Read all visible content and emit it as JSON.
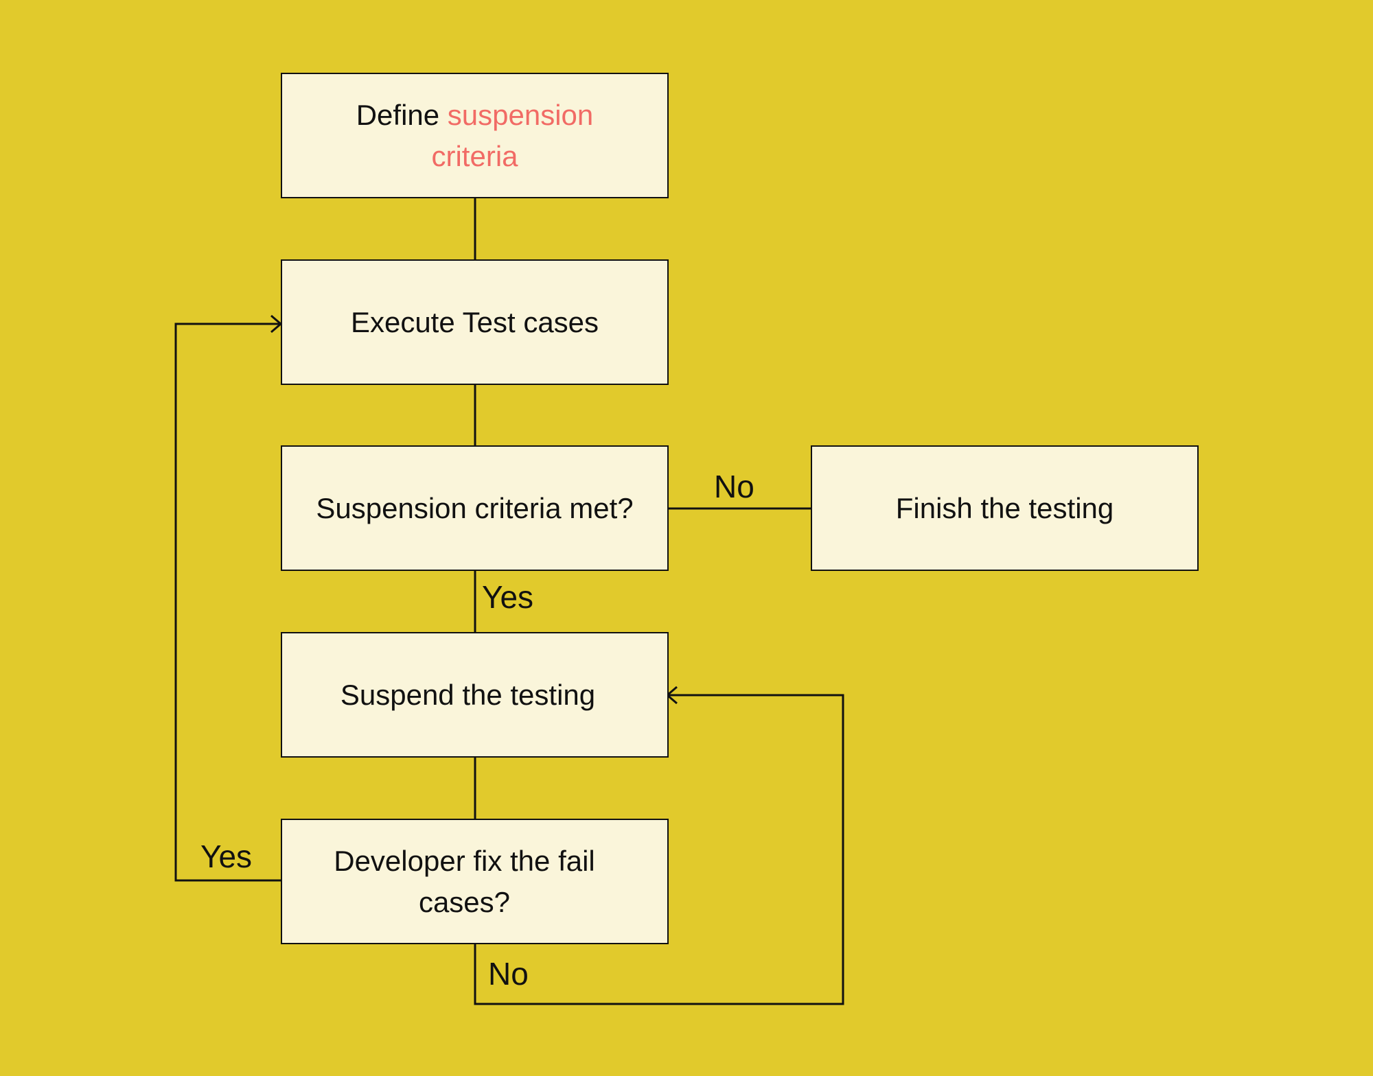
{
  "nodes": {
    "define": {
      "prefix": "Define",
      "highlight": "suspension criteria"
    },
    "execute": "Execute Test cases",
    "criteria_met": "Suspension criteria met?",
    "finish": "Finish the testing",
    "suspend": "Suspend the testing",
    "developer_fix": "Developer fix the fail cases?"
  },
  "edge_labels": {
    "criteria_no": "No",
    "criteria_yes": "Yes",
    "fix_yes": "Yes",
    "fix_no": "No"
  },
  "colors": {
    "background": "#E1CA2C",
    "box": "#FAF5DA",
    "highlight": "#F16B65",
    "line": "#111111"
  }
}
